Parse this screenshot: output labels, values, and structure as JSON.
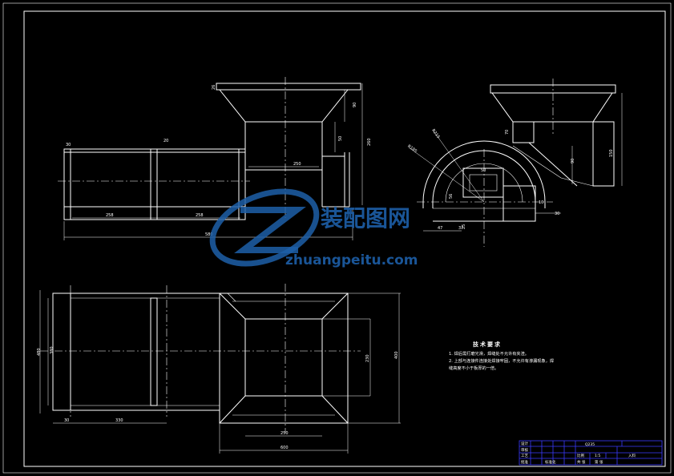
{
  "colors": {
    "background": "#000000",
    "lines": "#ffffff",
    "title_block": "#3a3aff",
    "watermark": "#1d5fa8"
  },
  "views": {
    "front": {
      "dims": {
        "d26": "26",
        "d90a": "90",
        "d50a": "50",
        "d260": "260",
        "d250": "250",
        "d20": "20",
        "d30": "30",
        "d258a": "258",
        "d258b": "258",
        "d580": "580"
      }
    },
    "side": {
      "dims": {
        "r215": "R215",
        "r185": "R185",
        "d50": "50",
        "d47": "47",
        "d25": "25",
        "d37": "37",
        "d10": "10",
        "d30": "30",
        "d70": "70",
        "d90": "90",
        "d150": "150",
        "d56": "56"
      }
    },
    "top": {
      "dims": {
        "d480": "480",
        "d400": "400",
        "d230": "230",
        "d330": "330",
        "d30": "30",
        "d250": "250",
        "d600": "600"
      }
    }
  },
  "notes": {
    "title": "技术要求",
    "lines": [
      "1. 焊后需打磨光滑，焊缝处不允许有夹渣。",
      "2. 上部与连接件连接处焊接牢固，不允许有渗漏现象，焊",
      "缝高度不小于板厚的一倍。"
    ]
  },
  "title_block": {
    "material": "Q235",
    "part_name": "入料",
    "scale": "1:5",
    "label_scale": "比例",
    "labels": [
      "设计",
      "审核",
      "工艺",
      "批准"
    ],
    "bottom": [
      "共 张",
      "第 张"
    ],
    "extra": "标准化"
  },
  "watermark": {
    "brand": "装配图网",
    "url": "zhuangpeitu.com"
  }
}
